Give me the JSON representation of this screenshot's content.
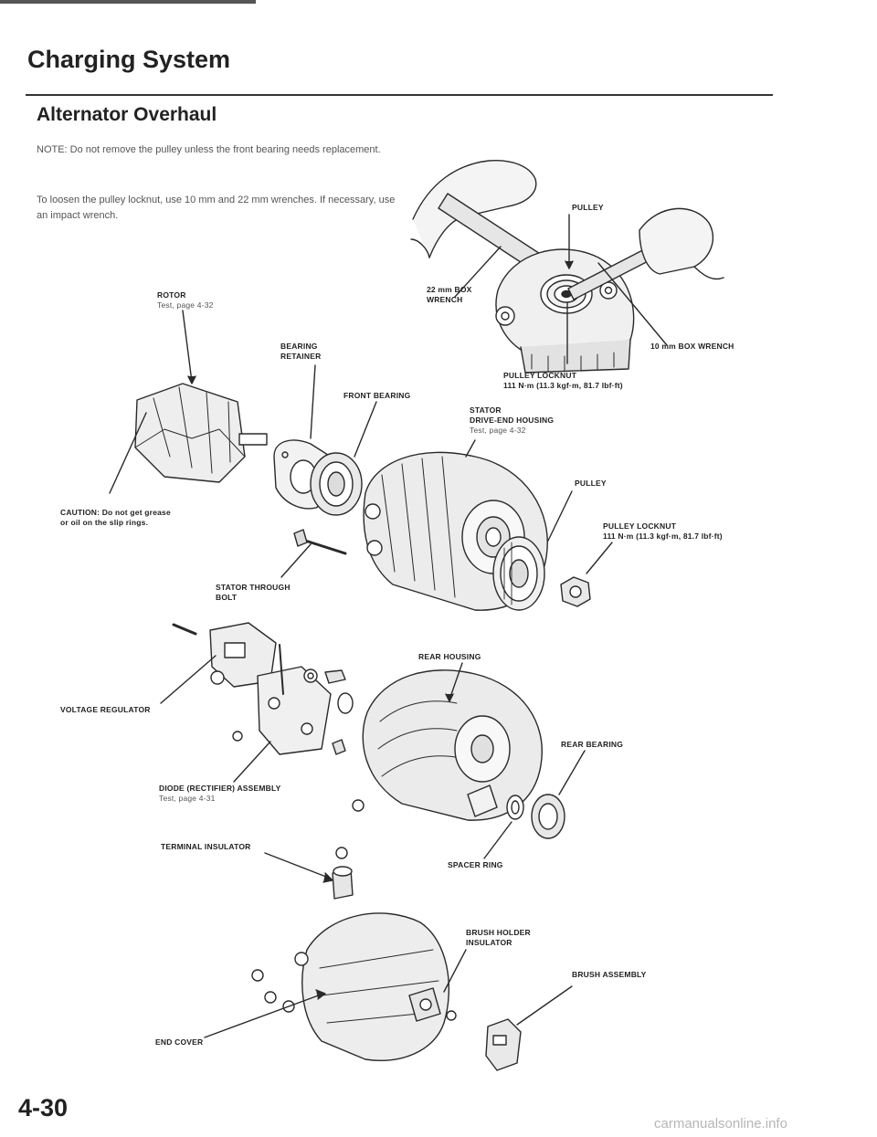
{
  "header": {
    "section_title": "Charging System",
    "subsection_title": "Alternator Overhaul"
  },
  "notes": {
    "note": "NOTE: Do not remove the pulley unless the front bearing needs replacement.",
    "instruction": "To loosen the pulley locknut, use 10 mm and 22 mm wrenches. If necessary, use an impact wrench."
  },
  "labels": {
    "pulley_top": "PULLEY",
    "wrench_22": [
      "22 mm BOX",
      "WRENCH"
    ],
    "wrench_10": "10 mm BOX WRENCH",
    "rotor": [
      "ROTOR",
      "Test, page 4-32"
    ],
    "bearing_retainer": [
      "BEARING",
      "RETAINER"
    ],
    "front_bearing": "FRONT BEARING",
    "pulley_locknut_top": [
      "PULLEY LOCKNUT",
      "111 N·m (11.3 kgf·m, 81.7 lbf·ft)"
    ],
    "stator": [
      "STATOR",
      "DRIVE-END HOUSING",
      "Test, page 4-32"
    ],
    "pulley_mid": "PULLEY",
    "caution": [
      "CAUTION: Do not get grease",
      "or oil on the slip rings."
    ],
    "pulley_locknut_mid": [
      "PULLEY LOCKNUT",
      "111 N·m (11.3 kgf·m, 81.7 lbf·ft)"
    ],
    "stator_bolt": [
      "STATOR THROUGH",
      "BOLT"
    ],
    "rear_housing": "REAR HOUSING",
    "voltage_regulator": "VOLTAGE REGULATOR",
    "rear_bearing": "REAR BEARING",
    "diode": [
      "DIODE (RECTIFIER) ASSEMBLY",
      "Test, page 4-31"
    ],
    "terminal_insulator": "TERMINAL INSULATOR",
    "spacer_ring": "SPACER RING",
    "brush_holder": [
      "BRUSH HOLDER",
      "INSULATOR"
    ],
    "brush_assembly": "BRUSH ASSEMBLY",
    "end_cover": "END COVER"
  },
  "footer": {
    "page_number": "4-30",
    "watermark": "carmanualsonline.info"
  }
}
